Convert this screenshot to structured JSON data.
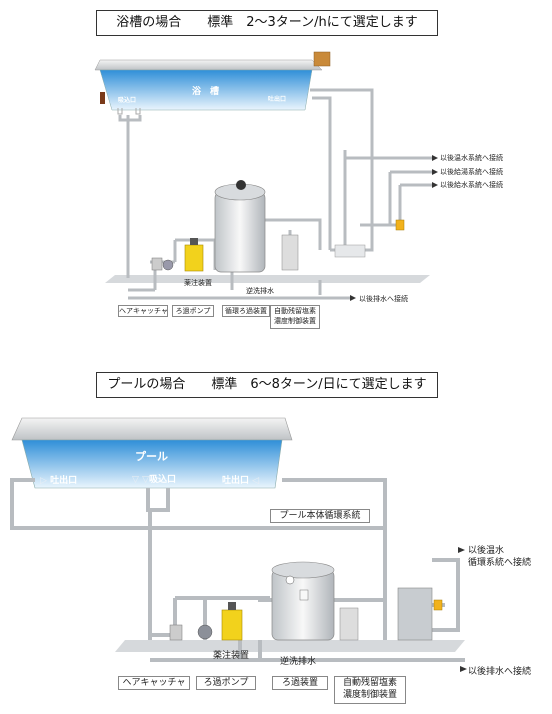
{
  "bath": {
    "title": "浴槽の場合　　標準　2～3ターン/hにて選定します",
    "tank_label": "浴　槽",
    "intake_label": "吸込口",
    "outlet_label": "吐出口",
    "connections": [
      "以後温水系統へ接続",
      "以後給湯系統へ接続",
      "以後給水系統へ接続"
    ],
    "chem_label": "薬注装置",
    "backwash_label": "逆洗排水",
    "drain_label": "以後排水へ接続",
    "equipment": [
      "ヘアキャッチャ",
      "ろ過ポンプ",
      "循環ろ過装置"
    ],
    "control_label": [
      "自動残留塩素",
      "濃度制御装置"
    ]
  },
  "pool": {
    "title": "プールの場合　　標準　6～8ターン/日にて選定します",
    "tank_label": "プール",
    "outlet_left": "吐出口",
    "intake_label": "吸込口",
    "outlet_right": "吐出口",
    "circuit_label": "プール本体循環系統",
    "connection_label": [
      "以後温水",
      "循環系統へ接続"
    ],
    "chem_label": "薬注装置",
    "backwash_label": "逆洗排水",
    "drain_label": "以後排水へ接続",
    "equipment": [
      "ヘアキャッチャ",
      "ろ過ポンプ",
      "ろ過装置"
    ],
    "control_label": [
      "自動残留塩素",
      "濃度制御装置"
    ]
  },
  "colors": {
    "water_top": "#2f8fd8",
    "water_bottom": "#e8f4fc",
    "pipe": "#b8bcc0",
    "chem_tank": "#f2d21c",
    "floor": "#c8ccd0"
  }
}
